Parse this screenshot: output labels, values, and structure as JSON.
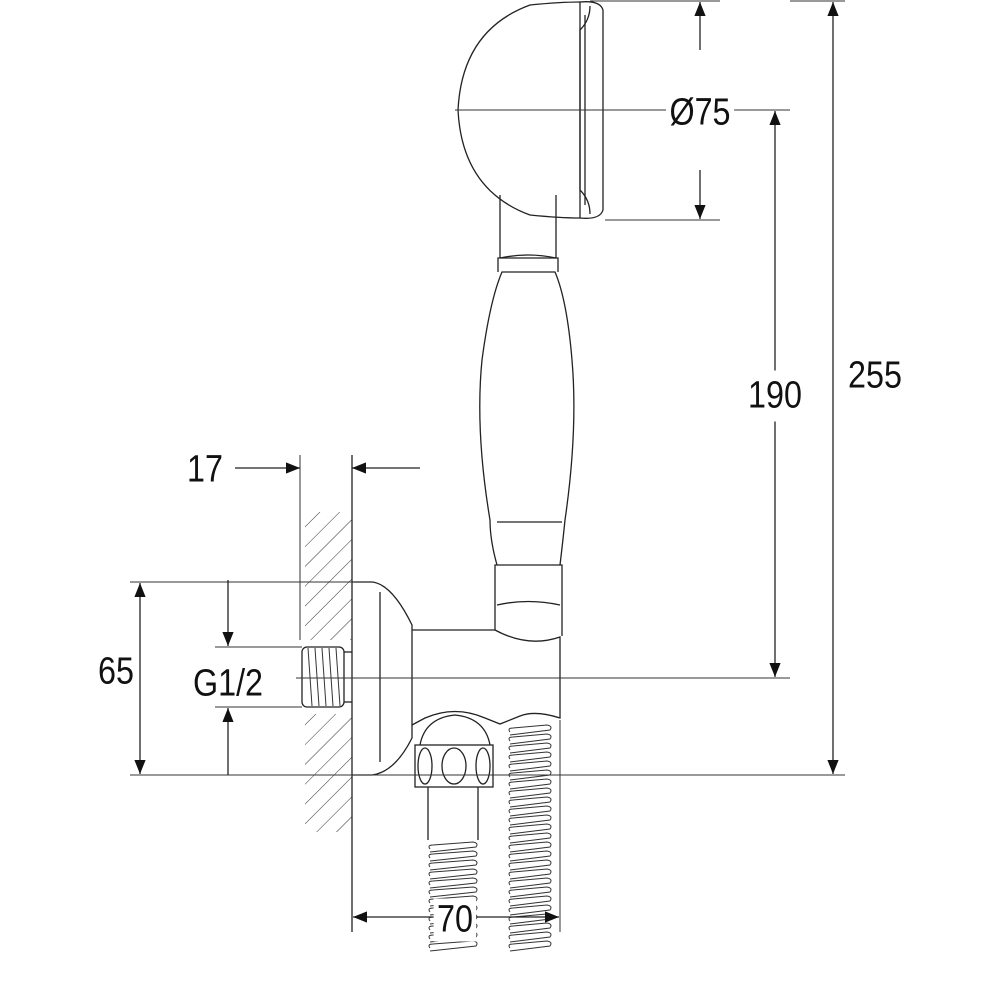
{
  "dimensions": {
    "head_diameter": "Ø75",
    "handle_height": "190",
    "total_height": "255",
    "wall_thickness": "17",
    "bracket_height": "65",
    "thread": "G1/2",
    "projection": "70"
  },
  "colors": {
    "line": "#222222",
    "background": "#ffffff"
  }
}
